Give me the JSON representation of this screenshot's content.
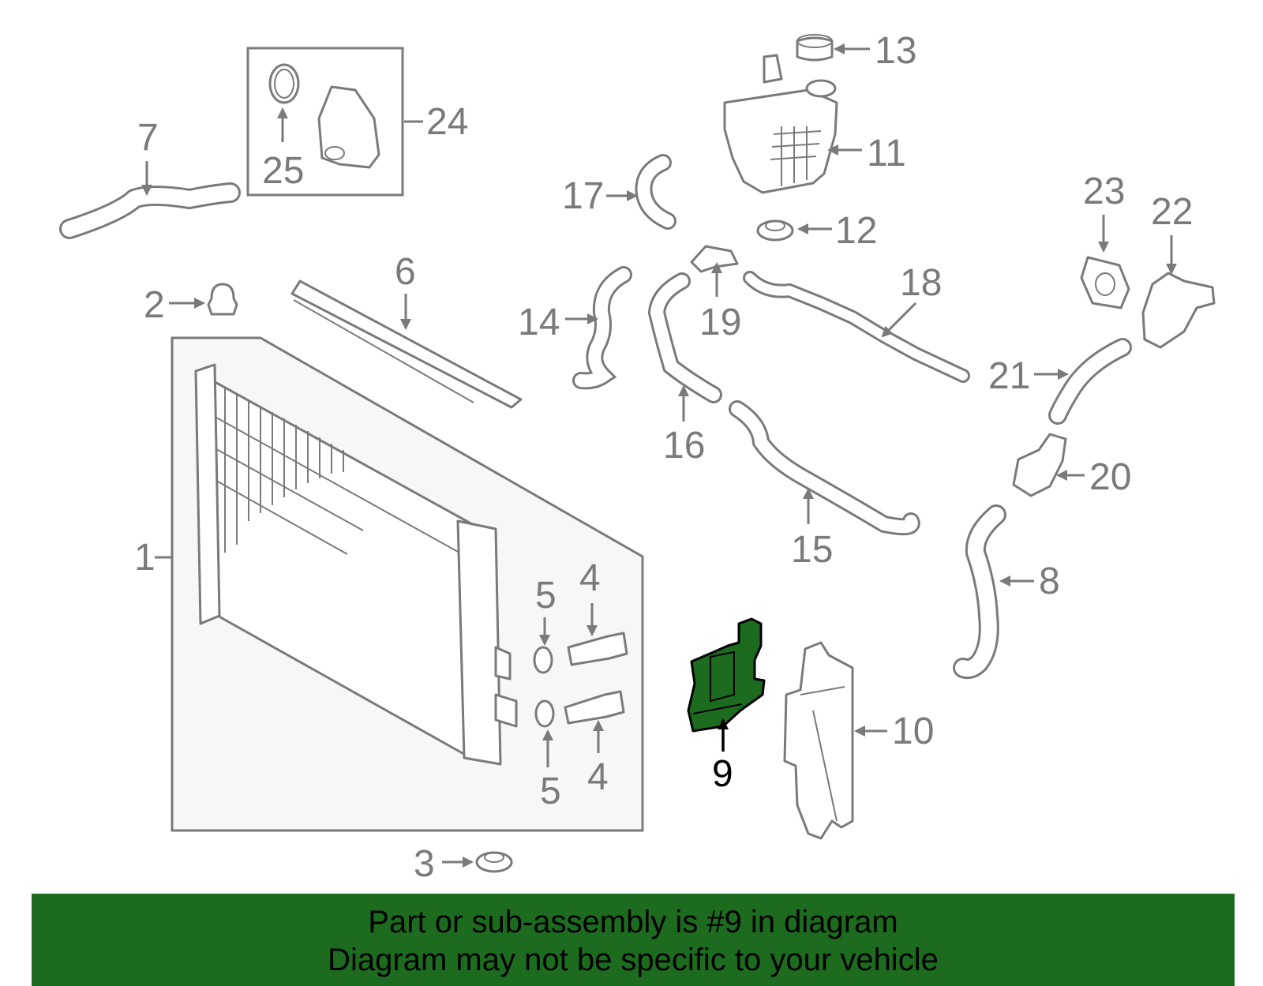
{
  "diagram": {
    "labels": {
      "p1": "1",
      "p2": "2",
      "p3": "3",
      "p4a": "4",
      "p4b": "4",
      "p5a": "5",
      "p5b": "5",
      "p6": "6",
      "p7": "7",
      "p8": "8",
      "p9": "9",
      "p10": "10",
      "p11": "11",
      "p12": "12",
      "p13": "13",
      "p14": "14",
      "p15": "15",
      "p16": "16",
      "p17": "17",
      "p18": "18",
      "p19": "19",
      "p20": "20",
      "p21": "21",
      "p22": "22",
      "p23": "23",
      "p24": "24",
      "p25": "25"
    },
    "highlight_part": "9",
    "highlight_color": "#1c6b1e",
    "line_color": "#7a7a7a"
  },
  "banner": {
    "line1": "Part or sub-assembly is #9 in diagram",
    "line2": "Diagram may not be specific to your vehicle",
    "background": "#1c6b1e"
  }
}
